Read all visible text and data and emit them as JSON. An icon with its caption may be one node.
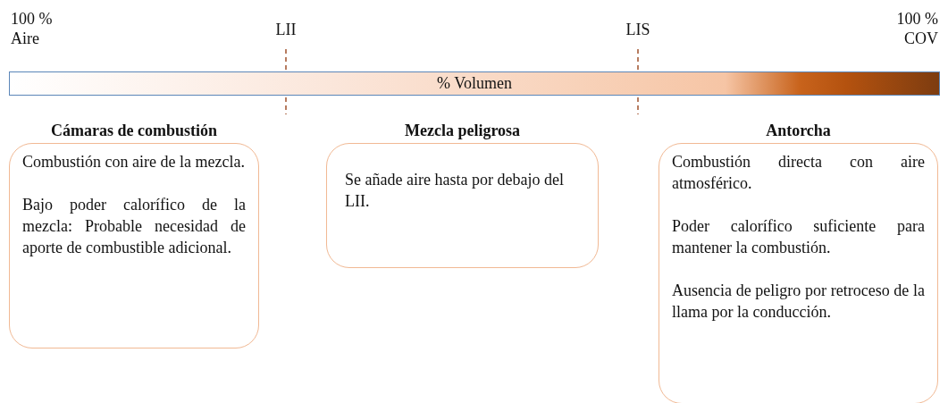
{
  "diagram": {
    "nodes": [
      {
        "text": [
          "% Volumen"
        ]
      },
      {
        "text": [
          "Cámaras de combustión",
          "Combustión con aire de la mezcla.",
          "Bajo poder calorífico de la mezcla: Probable necesidad de aporte de combustible adicional."
        ]
      },
      {
        "text": [
          "Mezcla peligrosa",
          "Se añade aire hasta por debajo del LII."
        ]
      },
      {
        "text": [
          "Antorcha",
          "Combustión directa con aire atmosférico.",
          "Poder calorífico suficiente para mantener la combustión.",
          "Ausencia de peligro por retroceso de la llama por la conducción."
        ]
      }
    ],
    "edges": [],
    "labels": [
      "100 % Aire",
      "LII",
      "LIS",
      "100 % COV"
    ]
  }
}
